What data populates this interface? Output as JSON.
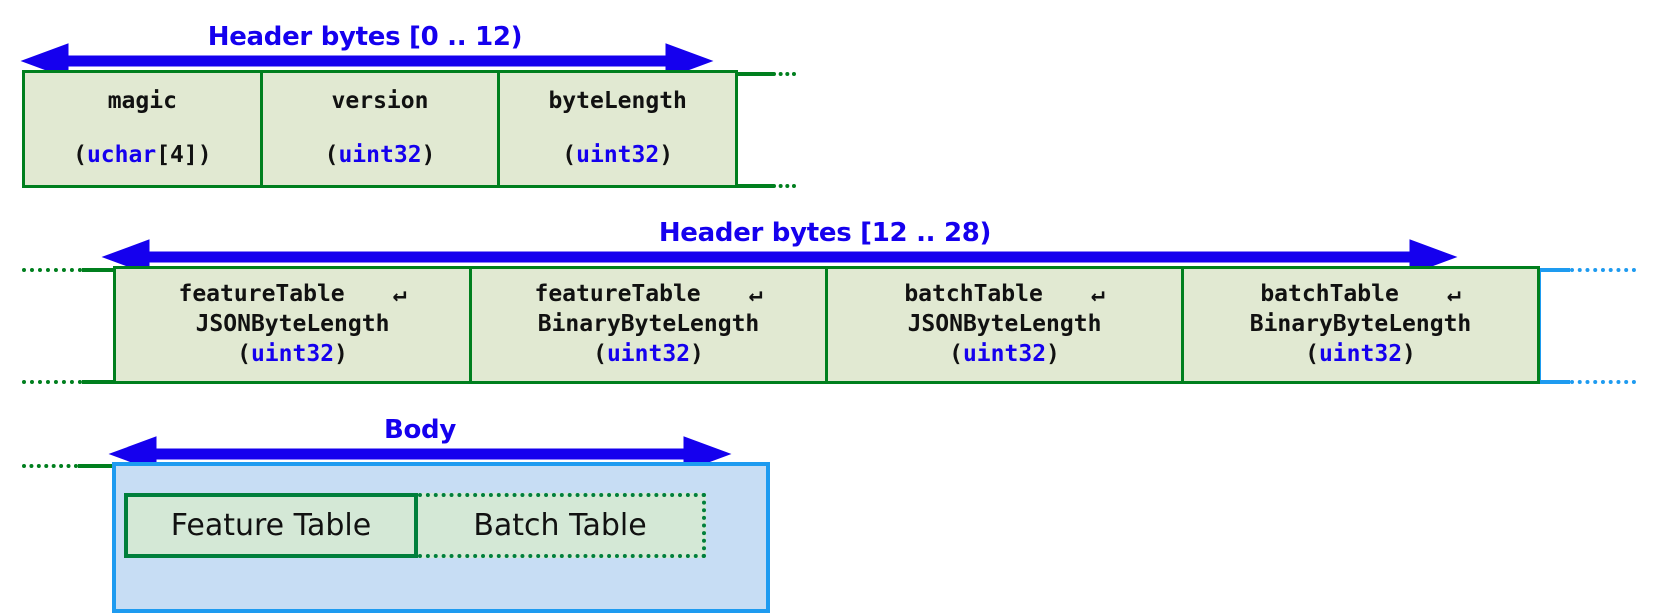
{
  "colors": {
    "arrow_blue": "#1500ee",
    "cell_fill": "#e1e9d2",
    "cell_border": "#007f1e",
    "body_fill": "#c7ddf4",
    "body_border": "#1e9bf0",
    "type_text": "#1500ee",
    "inner_table_fill": "#d4e8d6",
    "inner_table_border": "#007f3c"
  },
  "sections": {
    "header_low": {
      "caption": "Header bytes [0 .. 12)",
      "fields": [
        {
          "name": "magic",
          "type": "(uchar[4])",
          "type_word": "uchar",
          "wrap": false
        },
        {
          "name": "version",
          "type": "(uint32)",
          "type_word": "uint32",
          "wrap": false
        },
        {
          "name": "byteLength",
          "type": "(uint32)",
          "type_word": "uint32",
          "wrap": false
        }
      ]
    },
    "header_high": {
      "caption": "Header bytes [12 .. 28)",
      "fields": [
        {
          "line1": "featureTable",
          "wrap_glyph": "↵",
          "line2": "JSONByteLength",
          "type": "(uint32)",
          "type_word": "uint32"
        },
        {
          "line1": "featureTable",
          "wrap_glyph": "↵",
          "line2": "BinaryByteLength",
          "type": "(uint32)",
          "type_word": "uint32"
        },
        {
          "line1": "batchTable",
          "wrap_glyph": "↵",
          "line2": "JSONByteLength",
          "type": "(uint32)",
          "type_word": "uint32"
        },
        {
          "line1": "batchTable",
          "wrap_glyph": "↵",
          "line2": "BinaryByteLength",
          "type": "(uint32)",
          "type_word": "uint32"
        }
      ]
    },
    "body": {
      "caption": "Body",
      "tables": [
        {
          "label": "Feature Table"
        },
        {
          "label": "Batch Table"
        }
      ]
    }
  }
}
